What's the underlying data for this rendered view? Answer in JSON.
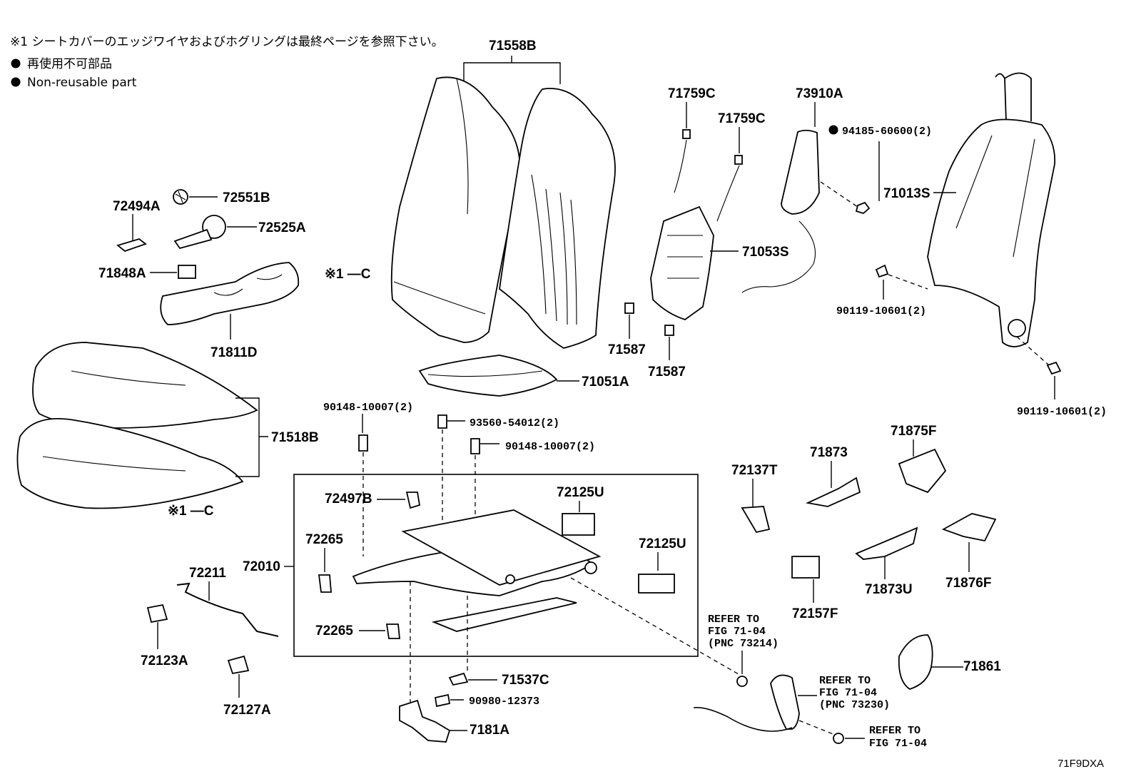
{
  "notes": {
    "line1": "※1 シートカバーのエッジワイヤおよびホグリングは最終ページを参照下さい。",
    "line2": "再使用不可部品",
    "line3": "Non-reusable part"
  },
  "parts": {
    "p71558B": "71558B",
    "p71759C_a": "71759C",
    "p71759C_b": "71759C",
    "p73910A": "73910A",
    "p94185": "94185-60600(2)",
    "p71013S": "71013S",
    "p72551B": "72551B",
    "p72494A": "72494A",
    "p72525A": "72525A",
    "p71848A": "71848A",
    "p71811D": "71811D",
    "p71053S": "71053S",
    "p90119_a": "90119-10601(2)",
    "p90119_b": "90119-10601(2)",
    "p71587_a": "71587",
    "p71587_b": "71587",
    "p71051A": "71051A",
    "p71518B": "71518B",
    "p90148_a": "90148-10007(2)",
    "p93560": "93560-54012(2)",
    "p90148_b": "90148-10007(2)",
    "p72497B": "72497B",
    "p72125U_a": "72125U",
    "p72125U_b": "72125U",
    "p72265_a": "72265",
    "p72265_b": "72265",
    "p72010": "72010",
    "p72211": "72211",
    "p72123A": "72123A",
    "p72127A": "72127A",
    "p71875F": "71875F",
    "p71873": "71873",
    "p72137T": "72137T",
    "p71873U": "71873U",
    "p71876F": "71876F",
    "p72157F": "72157F",
    "p71861": "71861",
    "p71537C": "71537C",
    "p90980": "90980-12373",
    "p7181A": "7181A"
  },
  "callouts": {
    "c1": "※1 —C",
    "c2": "※1 —C"
  },
  "refs": {
    "ref1": [
      "REFER TO",
      "FIG 71-04",
      "(PNC 73214)"
    ],
    "ref2": [
      "REFER TO",
      "FIG 71-04",
      "(PNC 73230)"
    ],
    "ref3": [
      "REFER TO",
      "FIG 71-04"
    ]
  },
  "figure_code": "71F9DXA"
}
